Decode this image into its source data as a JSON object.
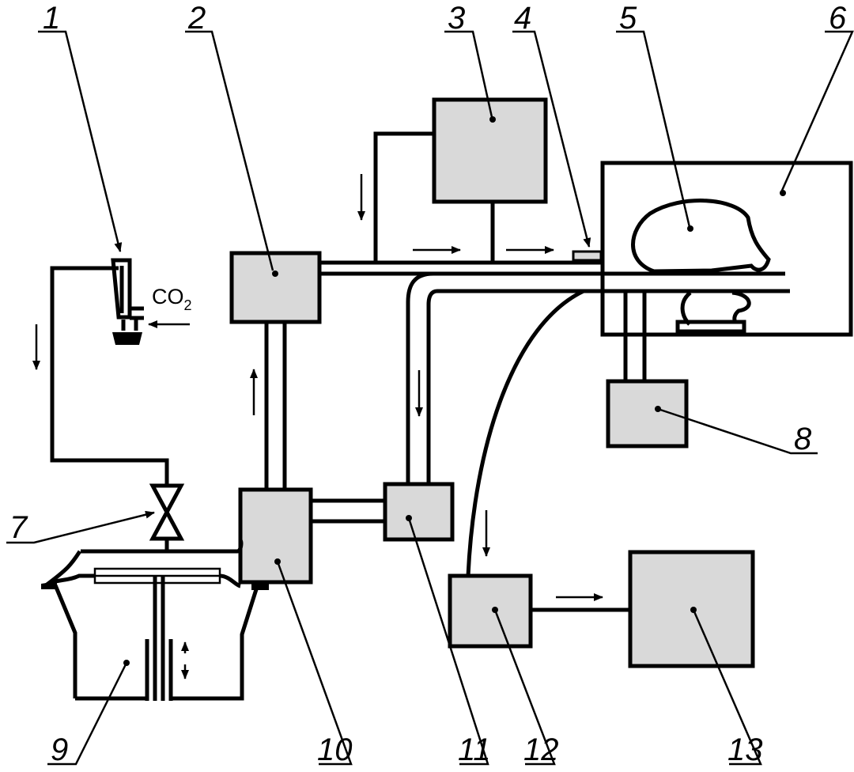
{
  "figure": {
    "labels": [
      "1",
      "2",
      "3",
      "4",
      "5",
      "6",
      "7",
      "8",
      "9",
      "10",
      "11",
      "12",
      "13"
    ],
    "gas_label": "CO",
    "gas_subscript": "2"
  },
  "colors": {
    "block_fill": "#d9d9d9",
    "line": "#000000",
    "background": "#ffffff"
  }
}
